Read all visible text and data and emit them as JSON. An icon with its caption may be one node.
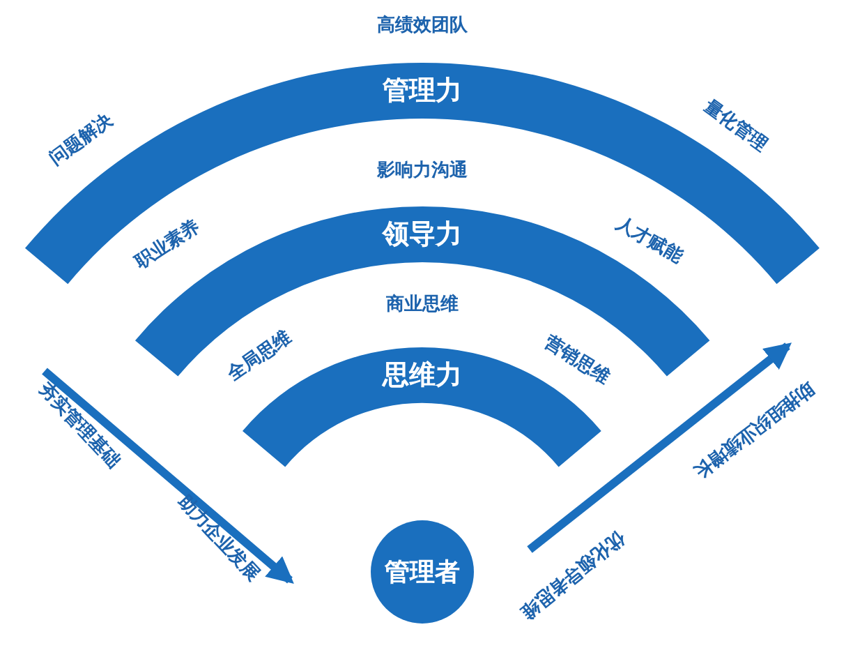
{
  "diagram": {
    "nodes": [
      {
        "text": [
          "管理力"
        ]
      },
      {
        "text": [
          "领导力"
        ]
      },
      {
        "text": [
          "思维力"
        ]
      },
      {
        "text": [
          "管理者"
        ]
      }
    ],
    "labels": [
      "高绩效团队",
      "问题解决",
      "量化管理",
      "影响力沟通",
      "职业素养",
      "人才赋能",
      "商业思维",
      "全局思维",
      "营销思维",
      "夯实管理基础",
      "助力企业发展",
      "助推组织业绩增长",
      "优化领导者思维"
    ]
  }
}
